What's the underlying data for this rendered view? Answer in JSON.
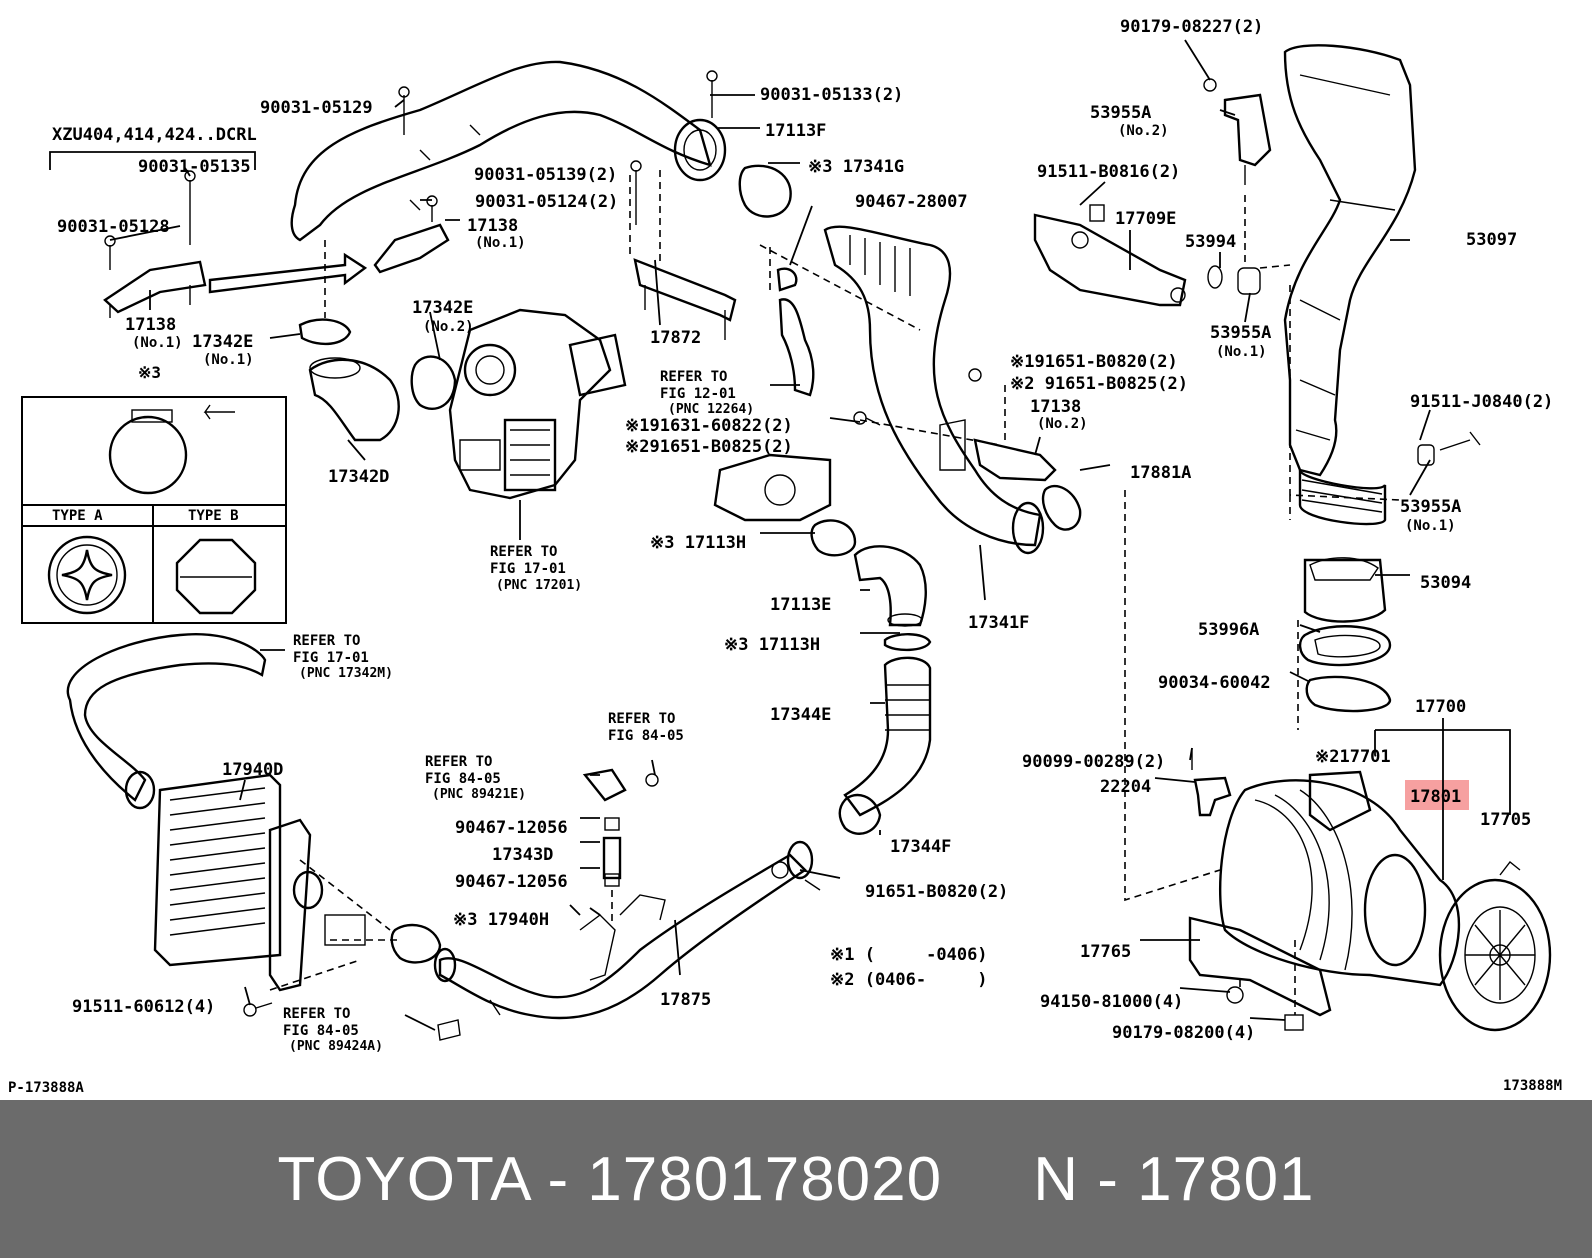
{
  "labels": {
    "p90179_08227": "90179-08227(2)",
    "p53955a_top": "53955A",
    "p53955a_top_no": "(No.2)",
    "p91511_b0816": "91511-B0816(2)",
    "p17709e": "17709E",
    "p53994": "53994",
    "p53097": "53097",
    "p53955a_mid": "53955A",
    "p53955a_mid_no": "(No.1)",
    "p91511_j0840": "91511-J0840(2)",
    "p53955a_bot": "53955A",
    "p53955a_bot_no": "(No.1)",
    "p53094": "53094",
    "p53996a": "53996A",
    "p90034_60042": "90034-60042",
    "p17700": "17700",
    "p17701": "※217701",
    "p17801": "17801",
    "p17705": "17705",
    "p90099_00289": "90099-00289(2)",
    "p22204": "22204",
    "p17765": "17765",
    "p94150_81000": "94150-81000(4)",
    "p90179_08200": "90179-08200(4)",
    "p90031_05133": "90031-05133(2)",
    "p17113f": "17113F",
    "p90031_05129": "90031-05129",
    "xzu": "XZU404,414,424..DCRL",
    "p90031_05135": "90031-05135",
    "p90031_05128": "90031-05128",
    "p17138_left": "17138",
    "p17138_left_no": "(No.1)",
    "p90031_05139": "90031-05139(2)",
    "p90031_05124": "90031-05124(2)",
    "p17138_mid": "17138",
    "p17138_mid_no": "(No.1)",
    "p17341g": "※3 17341G",
    "p90467_28007": "90467-28007",
    "p17342e_a": "17342E",
    "p17342e_a_no": "(No.2)",
    "p17342e_b": "17342E",
    "p17342e_b_no": "(No.1)",
    "p17872": "17872",
    "refer_12_01_a": "REFER TO",
    "refer_12_01_b": "FIG 12-01",
    "refer_12_01_c": "(PNC 12264)",
    "p91651_b0820_a": "※191651-B0820(2)",
    "p91651_b0825_a": "※2 91651-B0825(2)",
    "p17138_no2": "17138",
    "p17138_no2_no": "(No.2)",
    "p91631_60822": "※191631-60822(2)",
    "p91651_b0825_b": "※291651-B0825(2)",
    "p17881a": "17881A",
    "p17342d": "17342D",
    "note3": "※3",
    "type_a": "TYPE A",
    "type_b": "TYPE B",
    "refer_17_01_a": "REFER TO",
    "refer_17_01_b": "FIG 17-01",
    "refer_17_01_c": "(PNC 17201)",
    "p17113h_a": "※3 17113H",
    "p17113e": "17113E",
    "p17341f": "17341F",
    "p17113h_b": "※3 17113H",
    "refer_17342m_a": "REFER TO",
    "refer_17342m_b": "FIG 17-01",
    "refer_17342m_c": "(PNC 17342M)",
    "p17344e": "17344E",
    "refer_84_05_a": "REFER TO",
    "refer_84_05_b": "FIG 84-05",
    "refer_8942_a": "REFER TO",
    "refer_8942_b": "FIG 84-05",
    "refer_8942_c": "(PNC 89421E)",
    "p17940d": "17940D",
    "p90467_12056_a": "90467-12056",
    "p17343d": "17343D",
    "p90467_12056_b": "90467-12056",
    "p17344f": "17344F",
    "p91651_b0820_b": "91651-B0820(2)",
    "p17940h": "※3 17940H",
    "legend1": "※1 (     -0406)",
    "legend2": "※2 (0406-     )",
    "p17875": "17875",
    "p91511_60612": "91511-60612(4)",
    "refer_89424_a": "REFER TO",
    "refer_89424_b": "FIG 84-05",
    "refer_89424_c": "(PNC 89424A)",
    "fig_id_left": "P-173888A",
    "fig_id_right": "173888M"
  },
  "footer": {
    "text": "TOYOTA - 1780178020     N - 17801"
  },
  "colors": {
    "highlight": "#f6a0a0",
    "footer_bg": "#6b6b6b",
    "footer_text": "#ffffff"
  }
}
